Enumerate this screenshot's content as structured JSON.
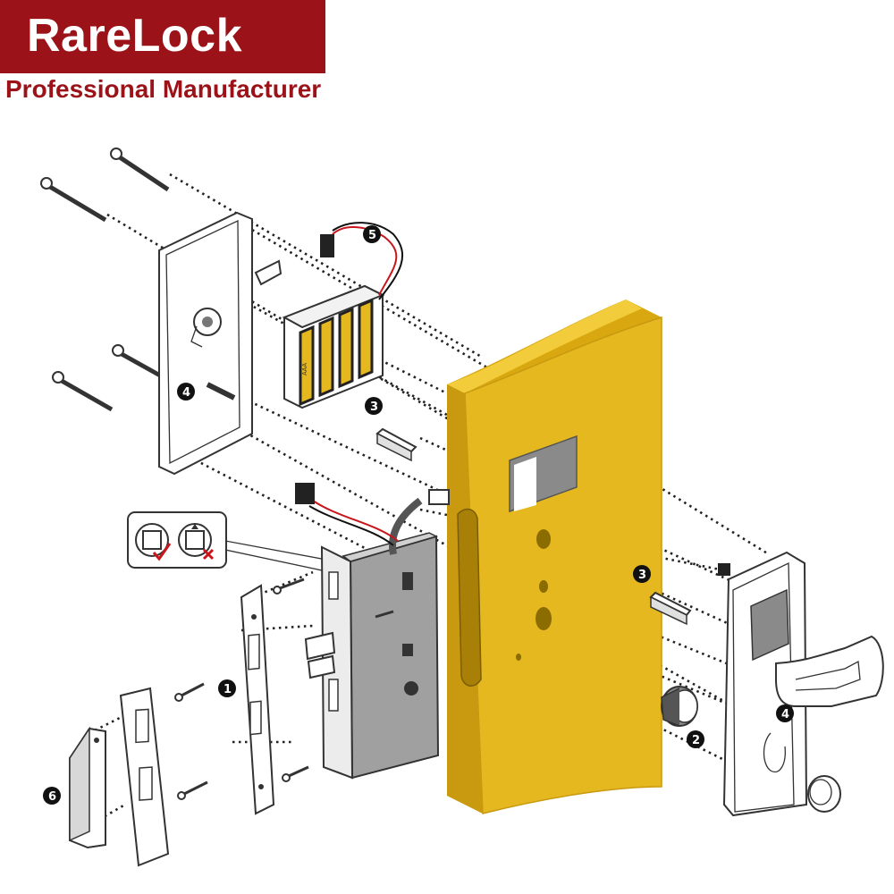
{
  "brand": {
    "logo_text": "RareLock",
    "tagline": "Professional Manufacturer",
    "color": "#9b1319"
  },
  "door_color": "#e6b820",
  "battery_text": "AAA",
  "callouts": [
    {
      "id": "callout-1-mortise-faceplate",
      "label": "1"
    },
    {
      "id": "callout-2-key-cylinder",
      "label": "2"
    },
    {
      "id": "callout-3-spindle-back",
      "label": "3"
    },
    {
      "id": "callout-3-spindle-front",
      "label": "3"
    },
    {
      "id": "callout-4-back-plate",
      "label": "4"
    },
    {
      "id": "callout-4-front-plate",
      "label": "4"
    },
    {
      "id": "callout-5-battery-cable",
      "label": "5"
    },
    {
      "id": "callout-6-strike-box",
      "label": "6"
    }
  ],
  "inset": {
    "icons": [
      "correct-orientation-icon",
      "wrong-orientation-icon"
    ]
  }
}
